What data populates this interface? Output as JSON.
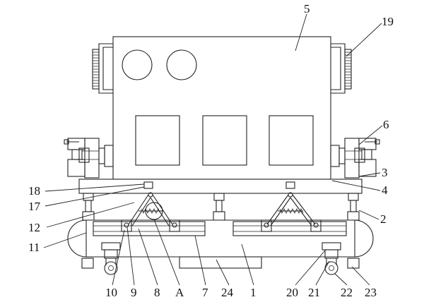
{
  "figure": {
    "labels": {
      "l1": "1",
      "l2": "2",
      "l3": "3",
      "l4": "4",
      "l5": "5",
      "l6": "6",
      "l7": "7",
      "l8": "8",
      "l9": "9",
      "l10": "10",
      "l11": "11",
      "l12": "12",
      "l17": "17",
      "l18": "18",
      "l19": "19",
      "l20": "20",
      "l21": "21",
      "l22": "22",
      "l23": "23",
      "l24": "24",
      "lA": "A"
    }
  }
}
